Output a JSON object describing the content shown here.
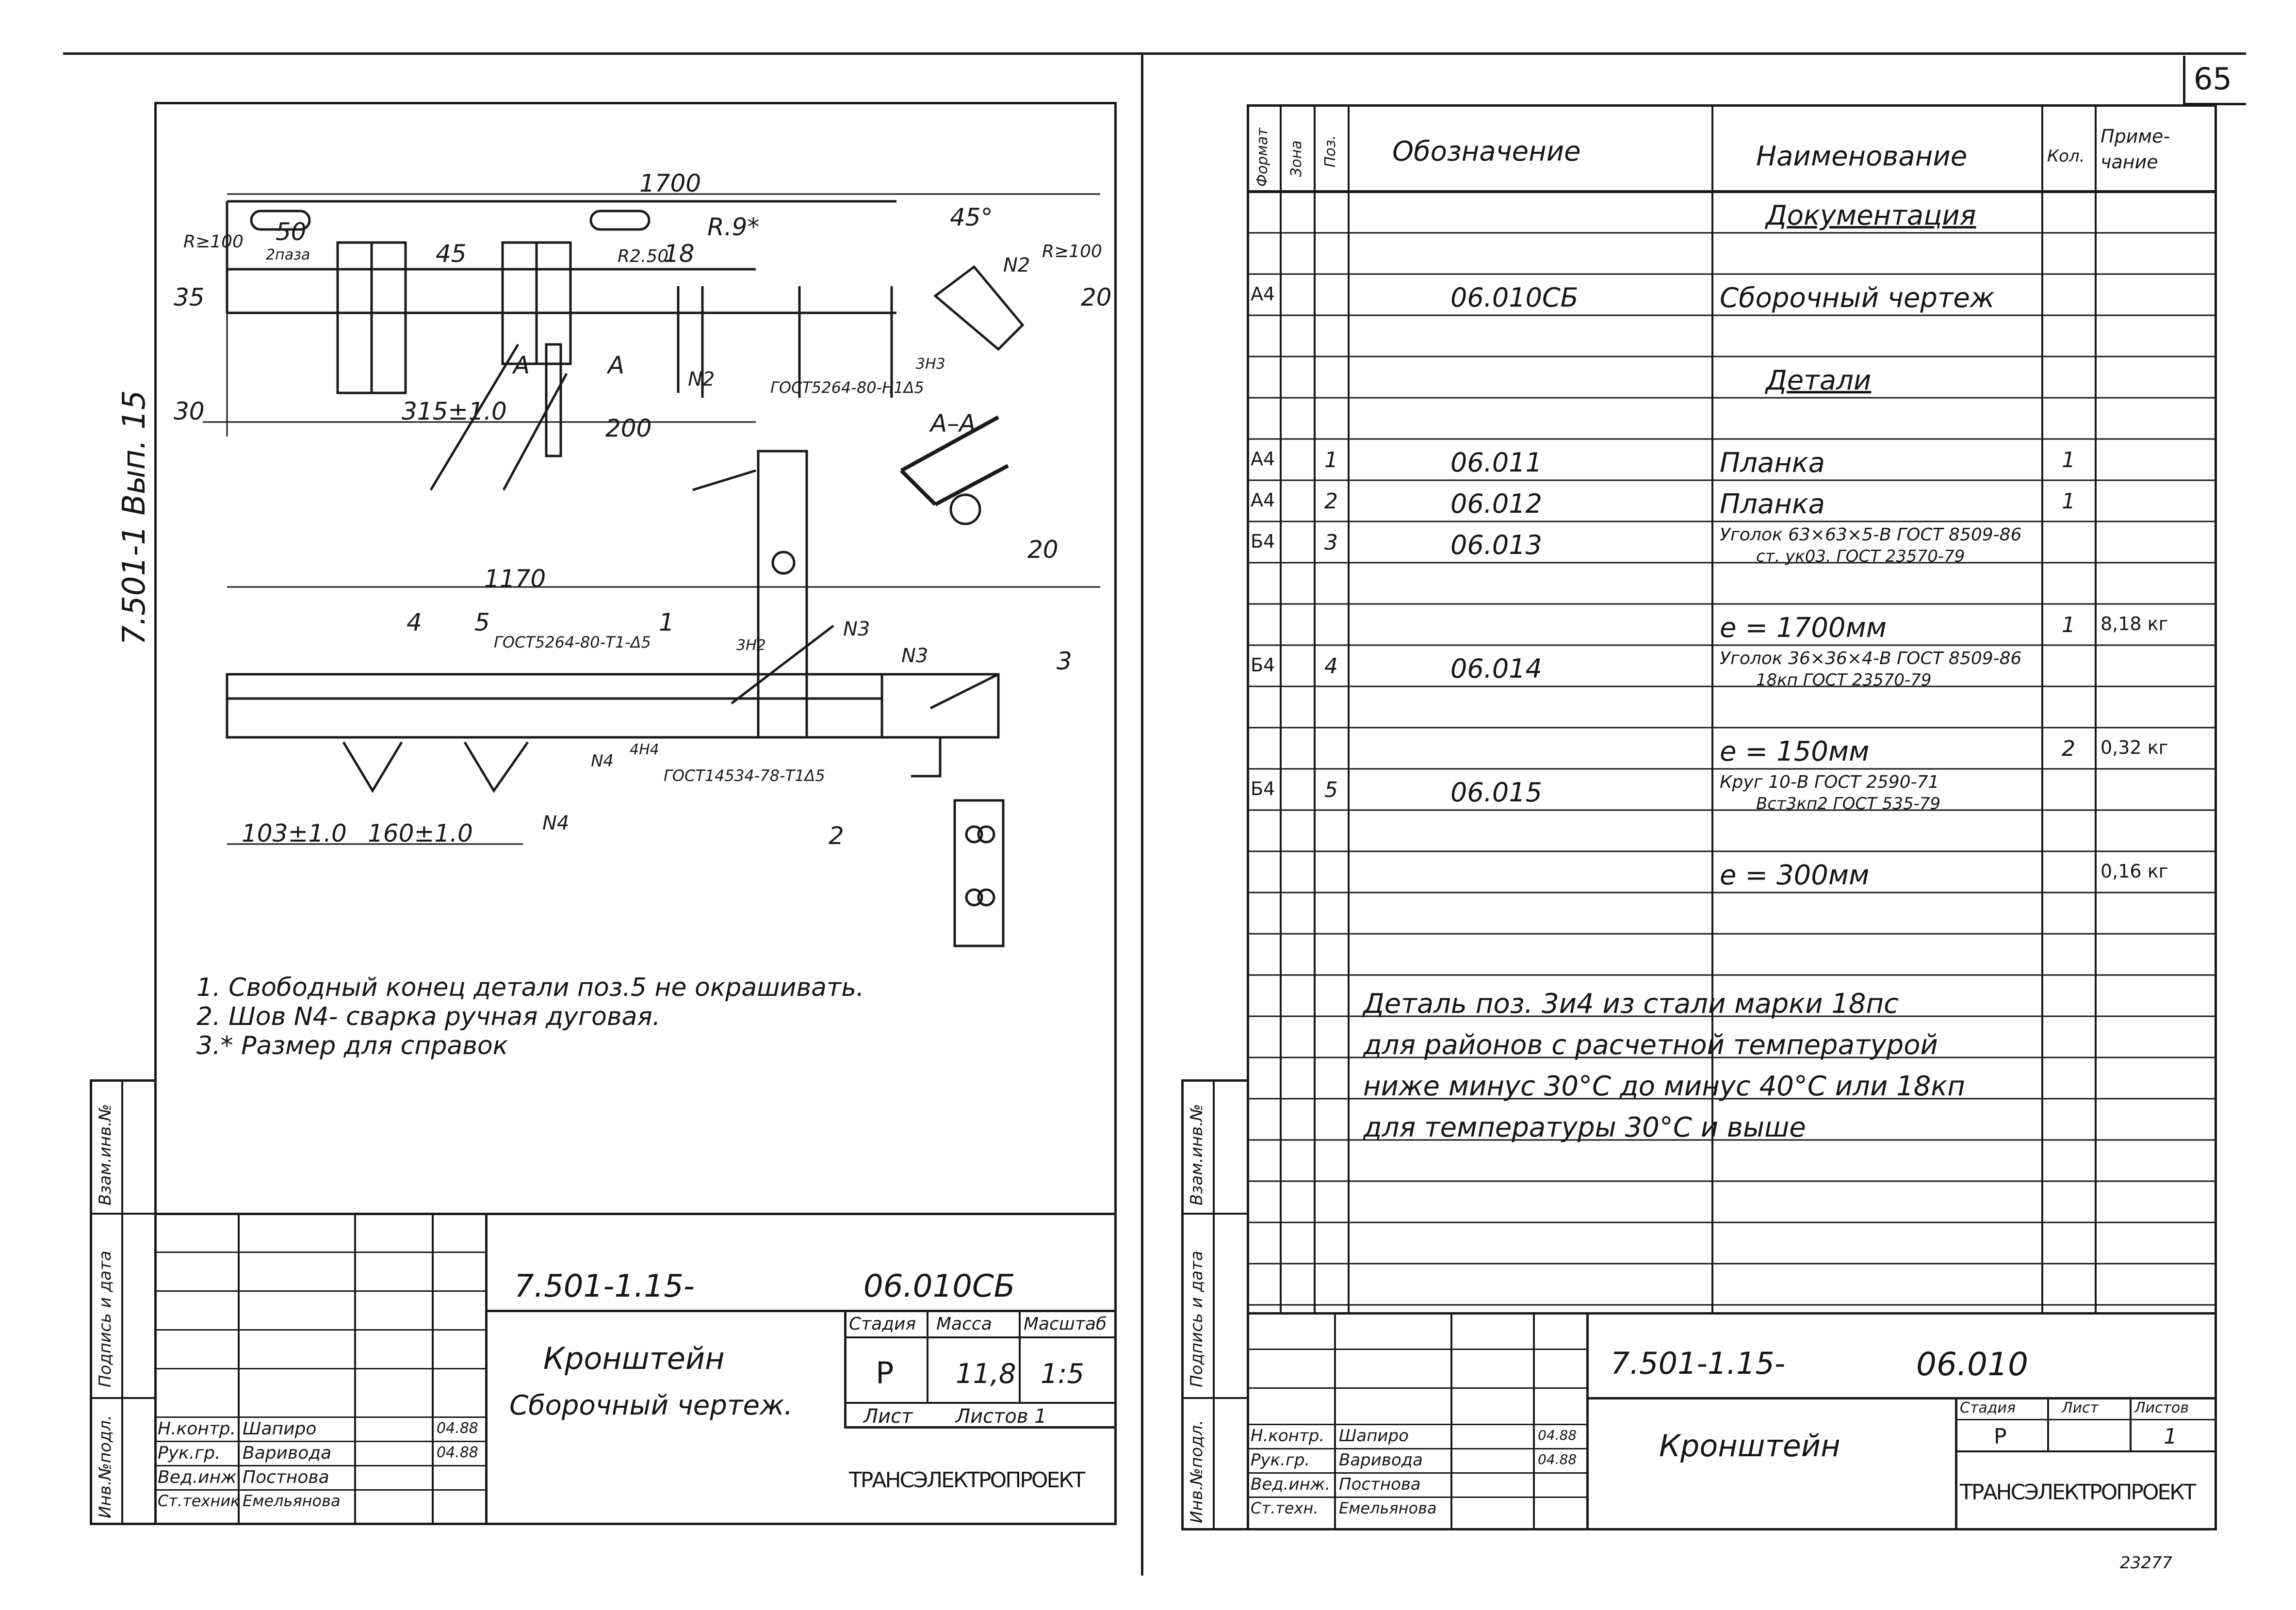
{
  "page_number": "65",
  "stamp_number": "23277",
  "series": "7.501-1  Вып. 15",
  "left": {
    "dims": {
      "d1700": "1700",
      "d1170": "1170",
      "d50": "50",
      "slots": "2паза",
      "d35": "35",
      "d45": "45",
      "r9": "R.9*",
      "r50": "R2.50",
      "d18": "18",
      "r100a": "R≥100",
      "r100b": "R≥100",
      "a45": "45°",
      "d20": "20",
      "d30": "30",
      "d315": "315±1.0",
      "d200": "200",
      "d103": "103±1.0",
      "d160": "160±1.0",
      "d20b": "20"
    },
    "marks": {
      "a1": "A",
      "a2": "A",
      "section": "А–А",
      "n2a": "N2",
      "n2b": "N2",
      "n3a": "N3",
      "n3b": "N3",
      "n4a": "N4",
      "n4b": "N4",
      "p1": "1",
      "p2": "2",
      "p3": "3",
      "p4": "4",
      "p5": "5",
      "weld1": "ГОСТ5264-80-Н1Δ5",
      "weld2": "ГОСТ5264-80-Т1-Δ5",
      "weld3": "ГОСТ14534-78-Т1Δ5",
      "h1": "3Н3",
      "h2": "3Н2",
      "h3": "4Н4"
    },
    "notes": [
      "1. Свободный  конец детали поз.5 не окрашивать.",
      "2. Шов N4- сварка ручная дуговая.",
      "3.* Размер для справок"
    ],
    "side_labels": [
      "Инв.№подл.",
      "Подпись и дата",
      "Взам.инв.№"
    ],
    "title_block": {
      "code": "7.501-1.15-",
      "doc": "06.010СБ",
      "name": "Кронштейн",
      "subname": "Сборочный чертеж.",
      "stage_h": "Стадия",
      "mass_h": "Масса",
      "scale_h": "Масштаб",
      "stage": "Р",
      "mass": "11,8",
      "scale": "1:5",
      "sheet": "Лист",
      "sheets": "Листов 1",
      "org": "ТРАНСЭЛЕКТРОПРОЕКТ",
      "roles": [
        {
          "role": "Н.контр.",
          "name": "Шапиро",
          "date": "04.88"
        },
        {
          "role": "Рук.гр.",
          "name": "Варивода",
          "date": "04.88"
        },
        {
          "role": "Вед.инж.",
          "name": "Постнова",
          "date": ""
        },
        {
          "role": "Ст.техник",
          "name": "Емельянова",
          "date": ""
        }
      ]
    }
  },
  "right": {
    "headers": {
      "format": "Формат",
      "zone": "Зона",
      "pos": "Поз.",
      "designation": "Обозначение",
      "name": "Наименование",
      "qty": "Кол.",
      "note": "Приме-чание"
    },
    "rows": [
      {
        "f": "",
        "p": "",
        "d": "",
        "n": "Документация",
        "q": "",
        "m": "",
        "u": true
      },
      {
        "f": "",
        "p": "",
        "d": "",
        "n": "",
        "q": "",
        "m": ""
      },
      {
        "f": "А4",
        "p": "",
        "d": "06.010СБ",
        "n": "Сборочный чертеж",
        "q": "",
        "m": ""
      },
      {
        "f": "",
        "p": "",
        "d": "",
        "n": "",
        "q": "",
        "m": ""
      },
      {
        "f": "",
        "p": "",
        "d": "",
        "n": "Детали",
        "q": "",
        "m": "",
        "u": true
      },
      {
        "f": "",
        "p": "",
        "d": "",
        "n": "",
        "q": "",
        "m": ""
      },
      {
        "f": "А4",
        "p": "1",
        "d": "06.011",
        "n": "Планка",
        "q": "1",
        "m": ""
      },
      {
        "f": "А4",
        "p": "2",
        "d": "06.012",
        "n": "Планка",
        "q": "1",
        "m": ""
      },
      {
        "f": "Б4",
        "p": "3",
        "d": "06.013",
        "n": "Уголок 63×63×5-В ГОСТ 8509-86",
        "n2": "ст. ук03. ГОСТ 23570-79",
        "q": "",
        "m": ""
      },
      {
        "f": "",
        "p": "",
        "d": "",
        "n": "",
        "q": "",
        "m": ""
      },
      {
        "f": "",
        "p": "",
        "d": "",
        "n": "e = 1700мм",
        "q": "1",
        "m": "8,18 кг"
      },
      {
        "f": "Б4",
        "p": "4",
        "d": "06.014",
        "n": "Уголок 36×36×4-В ГОСТ 8509-86",
        "n2": "18кп ГОСТ 23570-79",
        "q": "",
        "m": ""
      },
      {
        "f": "",
        "p": "",
        "d": "",
        "n": "",
        "q": "",
        "m": ""
      },
      {
        "f": "",
        "p": "",
        "d": "",
        "n": "e = 150мм",
        "q": "2",
        "m": "0,32 кг"
      },
      {
        "f": "Б4",
        "p": "5",
        "d": "06.015",
        "n": "Круг 10-В ГОСТ 2590-71",
        "n2": "Вст3кп2 ГОСТ 535-79",
        "q": "",
        "m": ""
      },
      {
        "f": "",
        "p": "",
        "d": "",
        "n": "",
        "q": "",
        "m": ""
      },
      {
        "f": "",
        "p": "",
        "d": "",
        "n": "e = 300мм",
        "q": "",
        "m": "0,16 кг"
      },
      {
        "f": "",
        "p": "",
        "d": "",
        "n": "",
        "q": "",
        "m": ""
      },
      {
        "f": "",
        "p": "",
        "d": "",
        "n": "",
        "q": "",
        "m": ""
      }
    ],
    "footnote": [
      "Деталь поз. 3и4 из стали марки 18пс",
      "для районов с расчетной температурой",
      "ниже минус 30°С до минус 40°С или 18кп",
      "для температуры    30°С и выше"
    ],
    "side_labels": [
      "Инв.№подл.",
      "Подпись и дата",
      "Взам.инв.№"
    ],
    "title_block": {
      "code": "7.501-1.15-",
      "doc": "06.010",
      "name": "Кронштейн",
      "stage_h": "Стадия",
      "sheet_h": "Лист",
      "sheets_h": "Листов",
      "stage": "Р",
      "sheets": "1",
      "org": "ТРАНСЭЛЕКТРОПРОЕКТ",
      "roles": [
        {
          "role": "Н.контр.",
          "name": "Шапиро",
          "date": "04.88"
        },
        {
          "role": "Рук.гр.",
          "name": "Варивода",
          "date": "04.88"
        },
        {
          "role": "Вед.инж.",
          "name": "Постнова",
          "date": ""
        },
        {
          "role": "Ст.техн.",
          "name": "Емельянова",
          "date": ""
        }
      ]
    }
  }
}
